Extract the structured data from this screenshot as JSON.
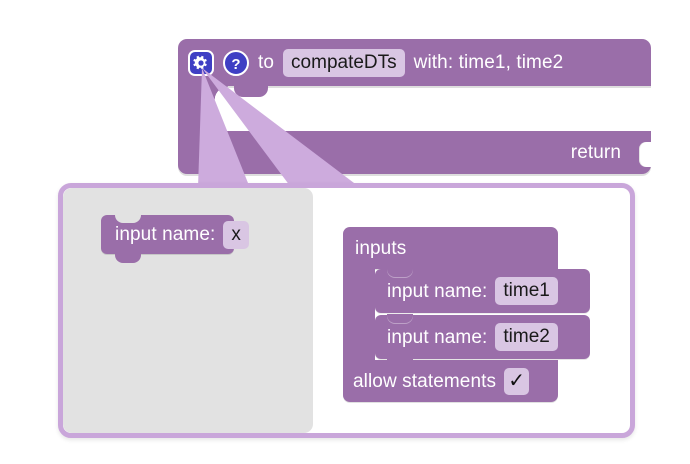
{
  "procedure_block": {
    "gear_icon": "gear-icon",
    "help_icon": "help-icon",
    "to_label": "to",
    "name_value": "compateDTs",
    "with_label": "with: time1, time2",
    "return_label": "return"
  },
  "mutator_bubble": {
    "flyout": {
      "block": {
        "label": "input name:",
        "value": "x"
      }
    },
    "inputs_block": {
      "title": "inputs",
      "rows": [
        {
          "label": "input name:",
          "value": "time1"
        },
        {
          "label": "input name:",
          "value": "time2"
        }
      ],
      "allow_statements_label": "allow statements",
      "allow_statements_checked": "✓"
    }
  },
  "colors": {
    "block_purple": "#9a6ea9",
    "field_lavender": "#d9c6e3",
    "bubble_border": "#c9a6da",
    "flyout_grey": "#e2e2e2",
    "icon_blue": "#3f3fc4",
    "connector": "#cdabdd"
  }
}
